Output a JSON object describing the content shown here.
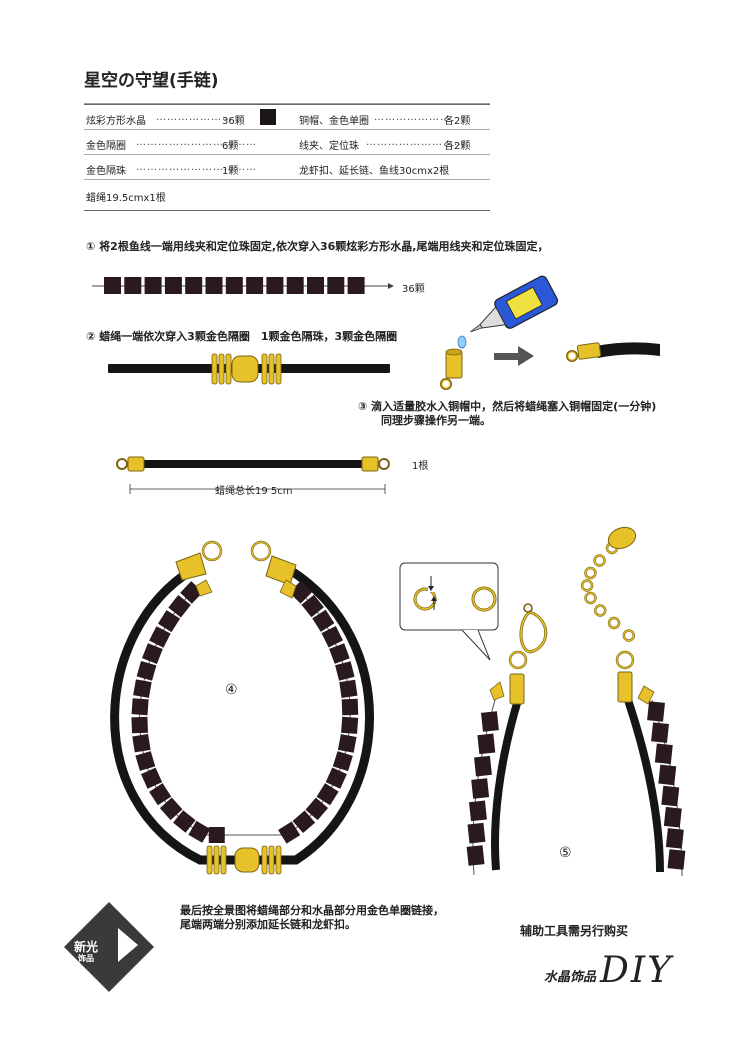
{
  "title": "星空の守望(手链)",
  "materials": [
    [
      {
        "name": "炫彩方形水晶",
        "dots": "…………………",
        "qty": "36颗",
        "swatch": "#1c1416"
      },
      {
        "name": "铜帽、金色单圈",
        "dots": "…………………",
        "qty": "各2颗"
      }
    ],
    [
      {
        "name": "金色隔圈",
        "dots": "……………………………",
        "qty": "6颗"
      },
      {
        "name": "线夹、定位珠",
        "dots": "………………………",
        "qty": "各2颗"
      }
    ],
    [
      {
        "name": "金色隔珠",
        "dots": "……………………………",
        "qty": "1颗"
      },
      {
        "name": "龙虾扣、延长链、鱼线30cmx2根",
        "dots": "",
        "qty": ""
      }
    ],
    [
      {
        "name": "蜡绳19.5cmx1根",
        "dots": "",
        "qty": ""
      }
    ]
  ],
  "steps": {
    "s1": {
      "num": "①",
      "text": "将2根鱼线一端用线夹和定位珠固定,依次穿入36颗炫彩方形水晶,尾端用线夹和定位珠固定，",
      "label": "36颗"
    },
    "s2": {
      "num": "②",
      "text": "蜡绳一端依次穿入3颗金色隔圈　1颗金色隔珠，3颗金色隔圈"
    },
    "s3": {
      "num": "③",
      "line1": "滴入适量胶水入铜帽中，然后将蜡绳塞入铜帽固定(一分钟)",
      "line2": "同理步骤操作另一端。"
    },
    "cord": {
      "count": "1根",
      "length": "蜡绳总长19 5cm"
    },
    "s4": {
      "num": "④",
      "line1": "最后按全景图将蜡绳部分和水晶部分用金色单圈链接，",
      "line2": "尾端两端分别添加延长链和龙虾扣。"
    },
    "s5": {
      "num": "⑤"
    }
  },
  "note": "辅助工具需另行购买",
  "logo": {
    "line1": "新光",
    "line2": "饰品"
  },
  "brand": {
    "text": "水晶饰品",
    "script": "DIY"
  },
  "colors": {
    "crystal": "#2a1a1e",
    "gold": "#e6c12a",
    "cord": "#151515",
    "glue_body": "#2b58d6",
    "glue_label": "#f0e040"
  }
}
